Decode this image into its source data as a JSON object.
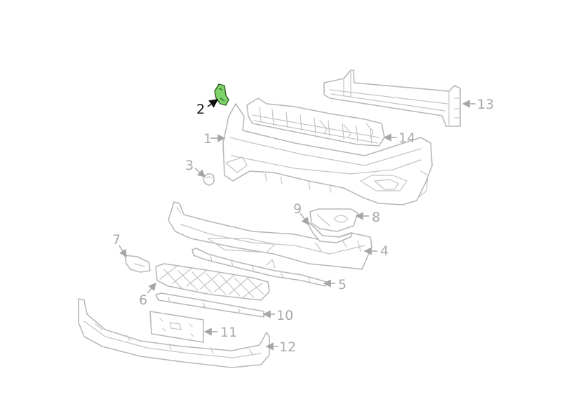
{
  "diagram": {
    "highlight_color": "#7ed36a",
    "line_color": "#b8b8b8",
    "callouts": {
      "c1": "1",
      "c2": "2",
      "c3": "3",
      "c4": "4",
      "c5": "5",
      "c6": "6",
      "c7": "7",
      "c8": "8",
      "c9": "9",
      "c10": "10",
      "c11": "11",
      "c12": "12",
      "c13": "13",
      "c14": "14"
    }
  }
}
